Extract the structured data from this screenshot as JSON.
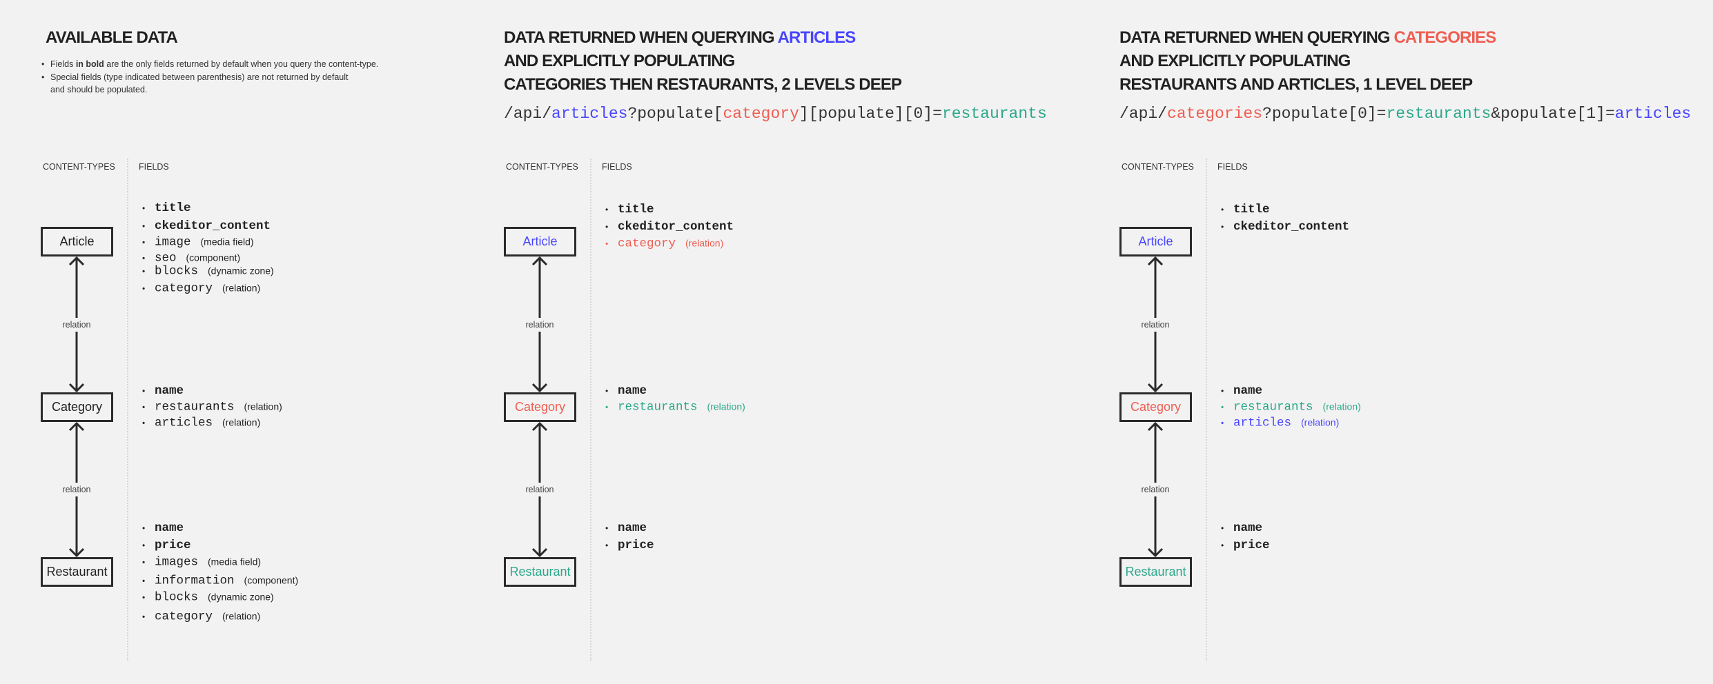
{
  "colors": {
    "text": "#212121",
    "blue": "#4945ff",
    "red": "#ee5e52",
    "green": "#2ba88a"
  },
  "available": {
    "title": "AVAILABLE DATA",
    "notes": [
      {
        "parts": [
          {
            "t": "Fields "
          },
          {
            "t": "in bold",
            "bold": true
          },
          {
            "t": " are the only fields returned by default when you query the content-type."
          }
        ]
      },
      {
        "parts": [
          {
            "t": "Special fields (type indicated between parenthesis) are not returned by default"
          }
        ]
      },
      {
        "parts": [
          {
            "t": "and should be populated."
          }
        ],
        "continuation": true
      }
    ]
  },
  "column_headers": {
    "content_types": "CONTENT-TYPES",
    "fields": "FIELDS"
  },
  "relation_label": "relation",
  "sections": [
    {
      "id": "available",
      "heading": [],
      "url": [],
      "boxes": [
        {
          "label": "Article",
          "color": "text"
        },
        {
          "label": "Category",
          "color": "text"
        },
        {
          "label": "Restaurant",
          "color": "text"
        }
      ],
      "fields": [
        [
          {
            "name": "title",
            "bold": true
          },
          {
            "name": "ckeditor_content",
            "bold": true
          },
          {
            "name": "image",
            "note": "(media field)"
          },
          {
            "name": "seo",
            "note": "(component)"
          },
          {
            "name": "blocks",
            "note": "(dynamic zone)"
          },
          {
            "name": "category",
            "note": "(relation)"
          }
        ],
        [
          {
            "name": "name",
            "bold": true
          },
          {
            "name": "restaurants",
            "note": "(relation)"
          },
          {
            "name": "articles",
            "note": "(relation)"
          }
        ],
        [
          {
            "name": "name",
            "bold": true
          },
          {
            "name": "price",
            "bold": true
          },
          {
            "name": "images",
            "note": "(media field)"
          },
          {
            "name": "information",
            "note": "(component)"
          },
          {
            "name": "blocks",
            "note": "(dynamic zone)"
          },
          {
            "name": "category",
            "note": "(relation)"
          }
        ]
      ]
    },
    {
      "id": "articles-query",
      "heading": [
        [
          {
            "t": "DATA RETURNED WHEN QUERYING "
          },
          {
            "t": "ARTICLES",
            "color": "blue"
          }
        ],
        [
          {
            "t": "AND EXPLICITLY POPULATING"
          }
        ],
        [
          {
            "t": "CATEGORIES THEN RESTAURANTS, 2 LEVELS DEEP"
          }
        ]
      ],
      "url": [
        {
          "t": "/api/"
        },
        {
          "t": "articles",
          "color": "blue"
        },
        {
          "t": "?populate["
        },
        {
          "t": "category",
          "color": "red"
        },
        {
          "t": "][populate][0]="
        },
        {
          "t": "restaurants",
          "color": "green"
        }
      ],
      "boxes": [
        {
          "label": "Article",
          "color": "blue"
        },
        {
          "label": "Category",
          "color": "red"
        },
        {
          "label": "Restaurant",
          "color": "green"
        }
      ],
      "fields": [
        [
          {
            "name": "title",
            "bold": true
          },
          {
            "name": "ckeditor_content",
            "bold": true
          },
          {
            "name": "category",
            "note": "(relation)",
            "color": "red"
          }
        ],
        [
          {
            "name": "name",
            "bold": true
          },
          {
            "name": "restaurants",
            "note": "(relation)",
            "color": "green"
          }
        ],
        [
          {
            "name": "name",
            "bold": true
          },
          {
            "name": "price",
            "bold": true
          }
        ]
      ]
    },
    {
      "id": "categories-query",
      "heading": [
        [
          {
            "t": "DATA RETURNED WHEN QUERYING "
          },
          {
            "t": "CATEGORIES",
            "color": "red"
          }
        ],
        [
          {
            "t": "AND EXPLICITLY POPULATING"
          }
        ],
        [
          {
            "t": "RESTAURANTS AND ARTICLES, 1 LEVEL DEEP"
          }
        ]
      ],
      "url": [
        {
          "t": "/api/"
        },
        {
          "t": "categories",
          "color": "red"
        },
        {
          "t": "?populate[0]="
        },
        {
          "t": "restaurants",
          "color": "green"
        },
        {
          "t": "&populate[1]="
        },
        {
          "t": "articles",
          "color": "blue"
        }
      ],
      "boxes": [
        {
          "label": "Article",
          "color": "blue"
        },
        {
          "label": "Category",
          "color": "red"
        },
        {
          "label": "Restaurant",
          "color": "green"
        }
      ],
      "fields": [
        [
          {
            "name": "title",
            "bold": true
          },
          {
            "name": "ckeditor_content",
            "bold": true
          }
        ],
        [
          {
            "name": "name",
            "bold": true
          },
          {
            "name": "restaurants",
            "note": "(relation)",
            "color": "green"
          },
          {
            "name": "articles",
            "note": "(relation)",
            "color": "blue"
          }
        ],
        [
          {
            "name": "name",
            "bold": true
          },
          {
            "name": "price",
            "bold": true
          }
        ]
      ]
    }
  ]
}
